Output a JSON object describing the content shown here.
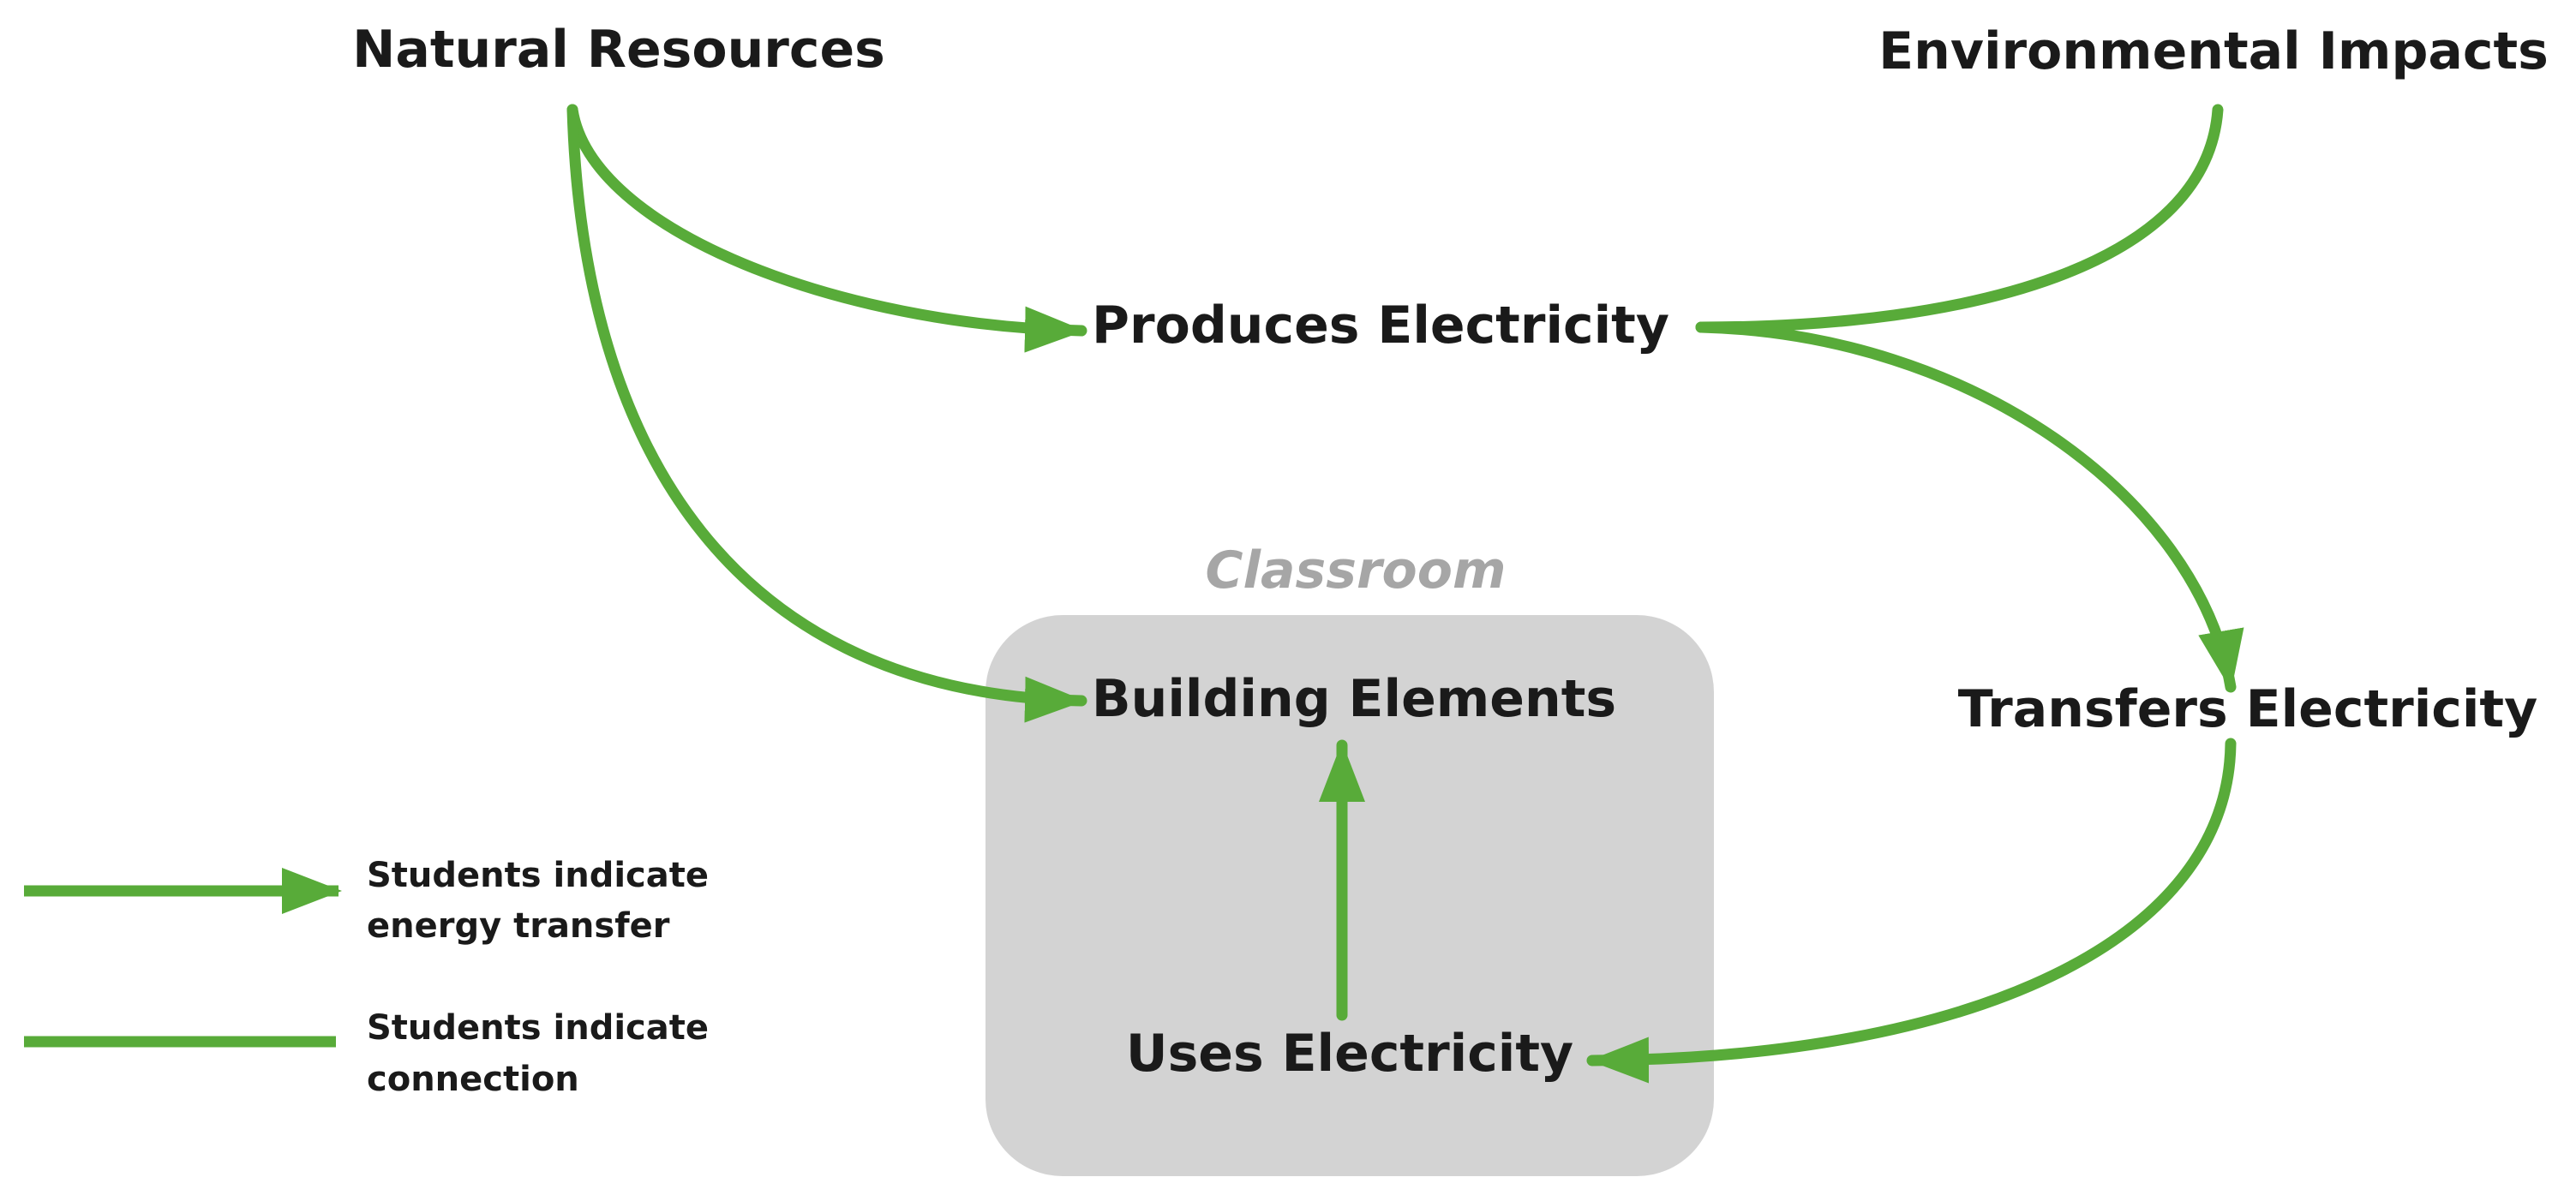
{
  "colors": {
    "arrow": "#58AB39",
    "text": "#1a1a1a",
    "region_fill": "#d3d3d3",
    "region_title": "#a6a6a6",
    "background": "#ffffff"
  },
  "nodes": {
    "natural_resources": "Natural Resources",
    "environmental_impacts": "Environmental Impacts",
    "produces_electricity": "Produces Electricity",
    "building_elements": "Building Elements",
    "transfers_electricity": "Transfers Electricity",
    "uses_electricity": "Uses Electricity"
  },
  "classroom": {
    "title": "Classroom"
  },
  "legend": {
    "energy_transfer": {
      "line1": "Students indicate",
      "line2": "energy transfer"
    },
    "connection": {
      "line1": "Students indicate",
      "line2": "connection"
    }
  },
  "edges": [
    {
      "from": "Natural Resources",
      "to": "Produces Electricity",
      "kind": "energy transfer"
    },
    {
      "from": "Natural Resources",
      "to": "Building Elements",
      "kind": "energy transfer"
    },
    {
      "from": "Environmental Impacts",
      "to": "Produces Electricity",
      "kind": "connection"
    },
    {
      "from": "Produces Electricity",
      "to": "Transfers Electricity",
      "kind": "energy transfer"
    },
    {
      "from": "Transfers Electricity",
      "to": "Uses Electricity",
      "kind": "energy transfer"
    },
    {
      "from": "Uses Electricity",
      "to": "Building Elements",
      "kind": "energy transfer"
    }
  ]
}
